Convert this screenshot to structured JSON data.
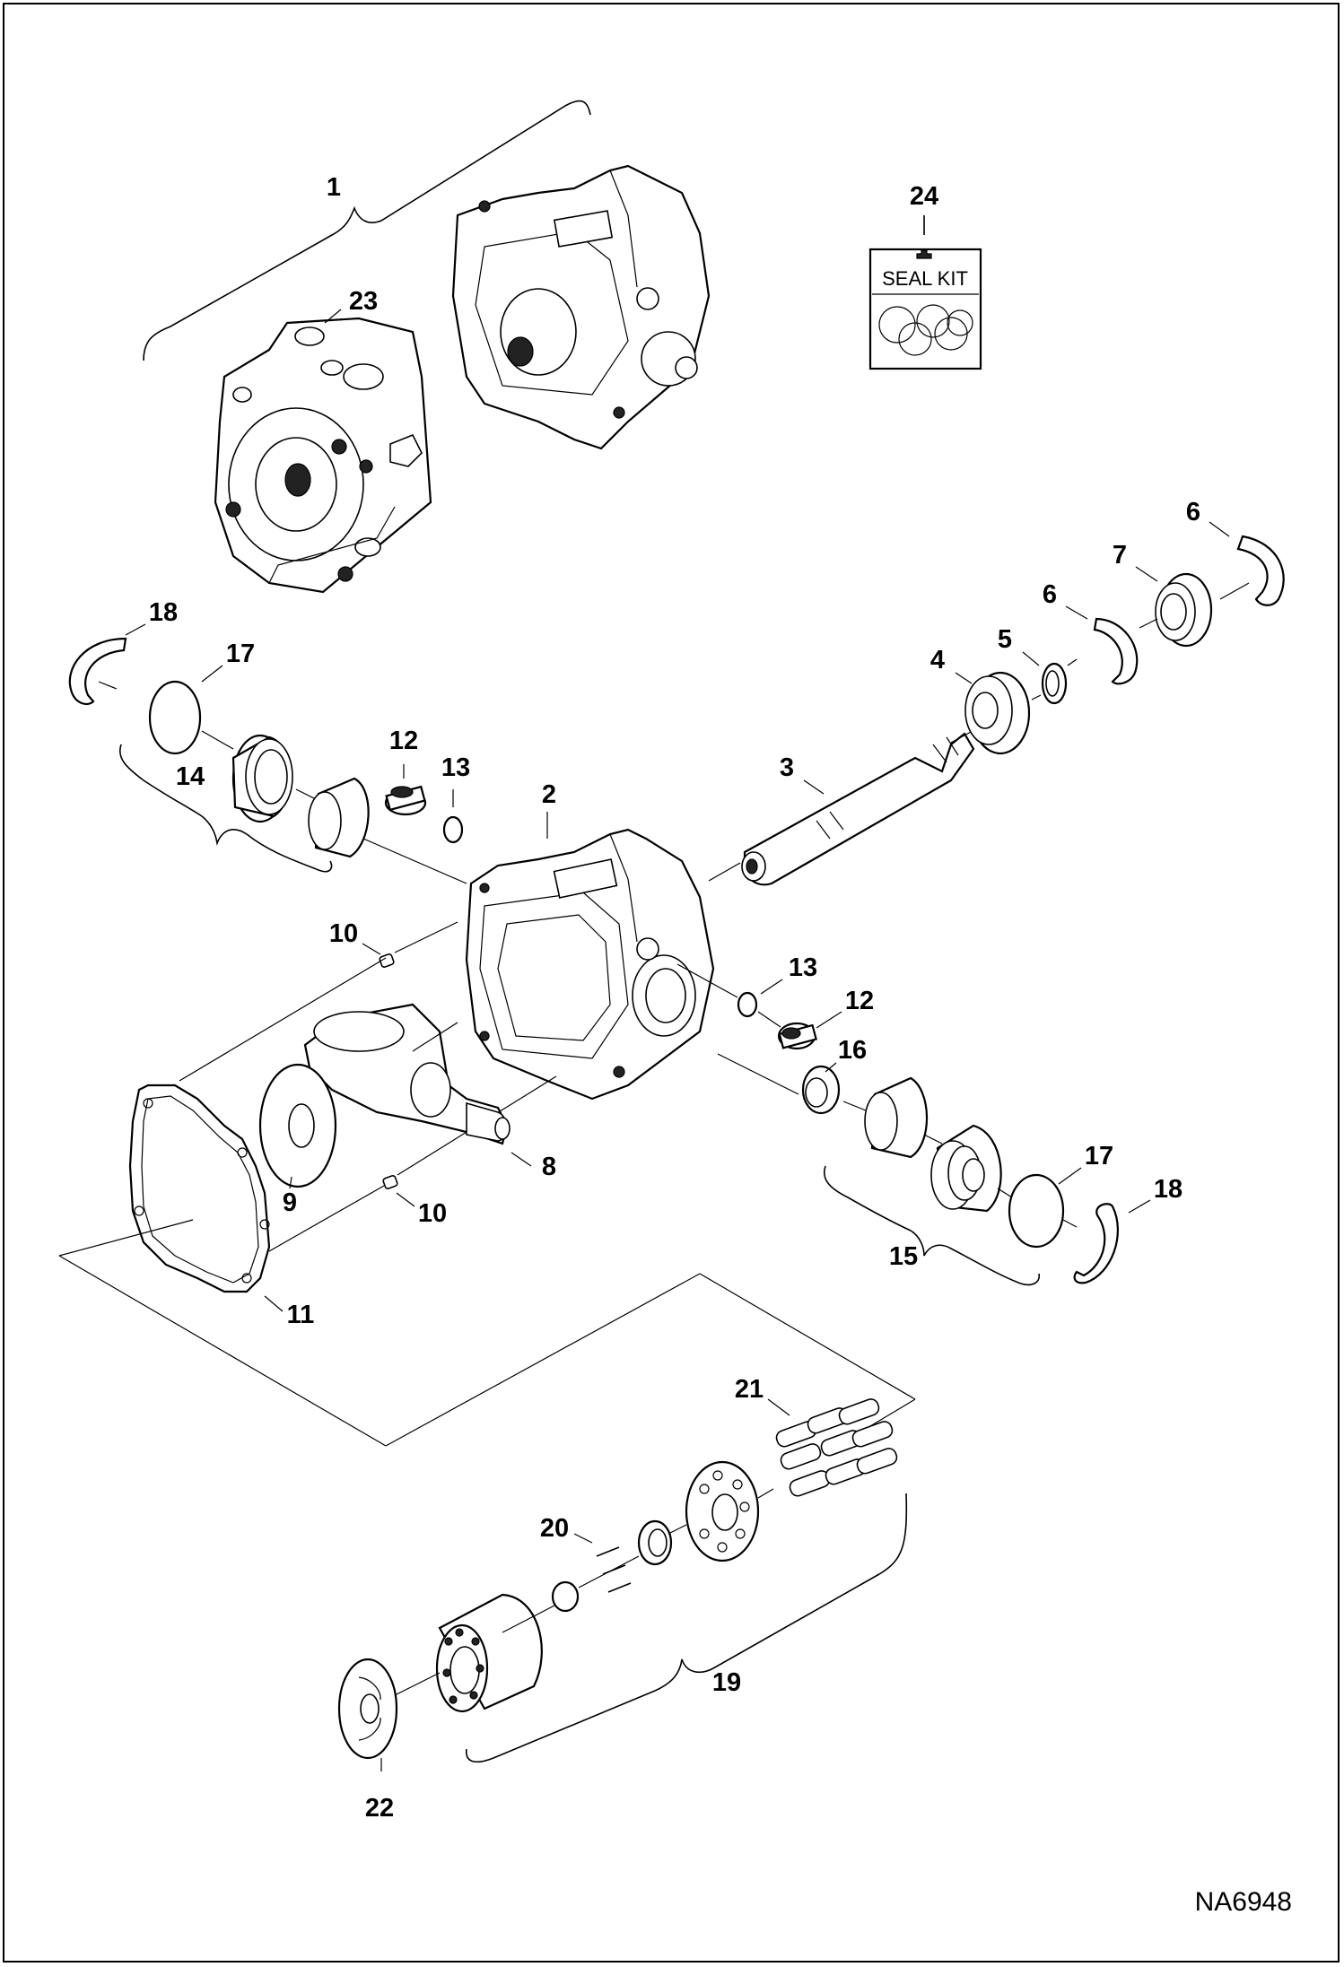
{
  "drawing_id": "NA6948",
  "seal_kit_label": "SEAL KIT",
  "callouts": {
    "c1": "1",
    "c2": "2",
    "c3": "3",
    "c4": "4",
    "c5": "5",
    "c6a": "6",
    "c6b": "6",
    "c7": "7",
    "c8": "8",
    "c9": "9",
    "c10a": "10",
    "c10b": "10",
    "c11": "11",
    "c12a": "12",
    "c12b": "12",
    "c13a": "13",
    "c13b": "13",
    "c14": "14",
    "c15": "15",
    "c16": "16",
    "c17a": "17",
    "c17b": "17",
    "c18a": "18",
    "c18b": "18",
    "c19": "19",
    "c20": "20",
    "c21": "21",
    "c22": "22",
    "c23": "23",
    "c24": "24"
  },
  "colors": {
    "line": "#000000",
    "background": "#ffffff"
  }
}
